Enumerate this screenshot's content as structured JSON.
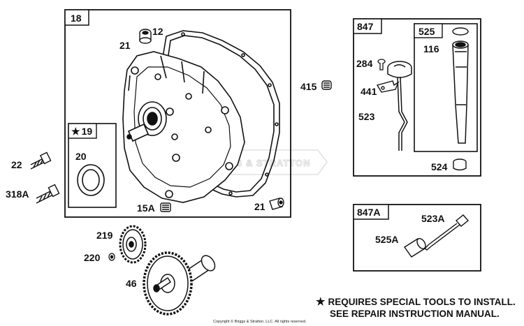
{
  "boxes": {
    "main": "18",
    "seal_kit": "19",
    "dipstick_assy": "847",
    "tube_assy": "525",
    "alt_kit": "847A"
  },
  "labels": {
    "p12": "12",
    "p21_top": "21",
    "p20": "20",
    "p22": "22",
    "p318a": "318A",
    "p15a": "15A",
    "p21_bottom": "21",
    "p415": "415",
    "p116": "116",
    "p284": "284",
    "p441": "441",
    "p523": "523",
    "p524": "524",
    "p523a": "523A",
    "p525a": "525A",
    "p219": "219",
    "p220": "220",
    "p46": "46"
  },
  "star_symbol": "★",
  "note": {
    "line1": "REQUIRES SPECIAL TOOLS TO INSTALL.",
    "line2": "SEE REPAIR INSTRUCTION MANUAL."
  },
  "watermark": "BRIGGS & STRATTON",
  "copyright": "Copyright © Briggs & Stratton, LLC. All rights reserved."
}
